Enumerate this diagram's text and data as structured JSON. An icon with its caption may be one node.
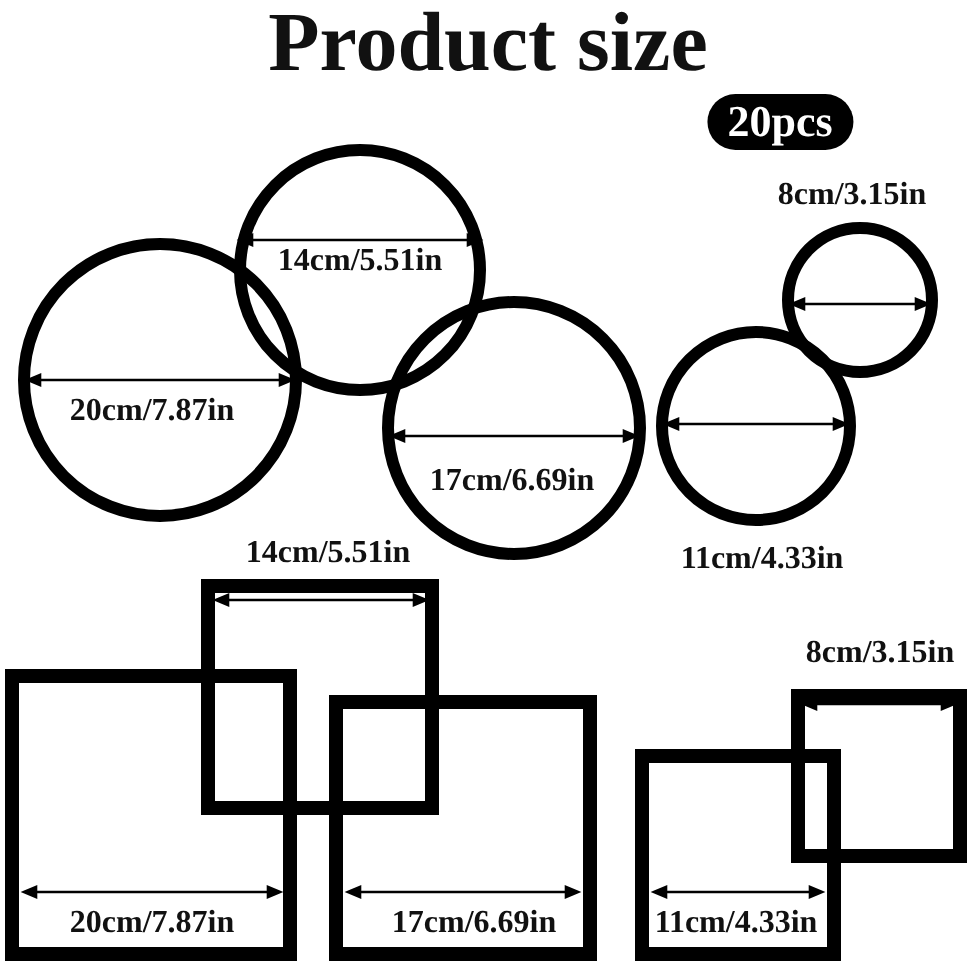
{
  "diagram": {
    "title": "Product size",
    "labels": [
      "20pcs",
      "14cm/5.51in",
      "8cm/3.15in",
      "20cm/7.87in",
      "17cm/6.69in",
      "11cm/4.33in",
      "14cm/5.51in",
      "8cm/3.15in",
      "20cm/7.87in",
      "17cm/6.69in",
      "11cm/4.33in"
    ]
  }
}
